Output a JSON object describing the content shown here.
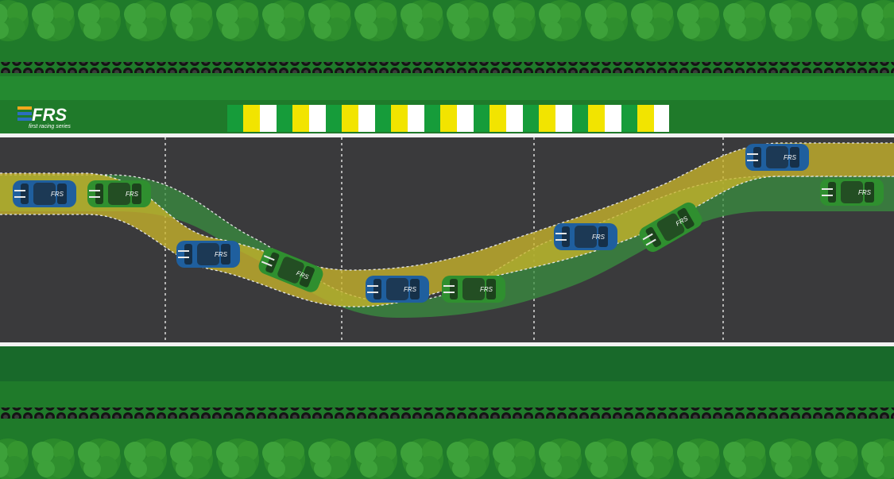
{
  "logo": {
    "text": "FRS",
    "tagline": "first racing series"
  },
  "colors": {
    "grass": "#1f7a2a",
    "grass_dark": "#18692a",
    "asphalt": "#3a3a3c",
    "white_line": "#f2f2f2",
    "yellow_path": "#c9b52a",
    "green_path": "#3a8f3f",
    "car_blue": "#1f5f9e",
    "car_green": "#2f8f2f",
    "tree": "#2e8b2e",
    "curb_yellow": "#f2e400",
    "curb_white": "#ffffff",
    "curb_green": "#169c3a"
  },
  "cars": [
    {
      "color": "blue",
      "label": "FRS"
    },
    {
      "color": "green",
      "label": "FRS"
    },
    {
      "color": "blue",
      "label": "FRS"
    },
    {
      "color": "green",
      "label": "FRS"
    },
    {
      "color": "blue",
      "label": "FRS"
    },
    {
      "color": "green",
      "label": "FRS"
    },
    {
      "color": "blue",
      "label": "FRS"
    },
    {
      "color": "green",
      "label": "FRS"
    },
    {
      "color": "blue",
      "label": "FRS"
    },
    {
      "color": "green",
      "label": "FRS"
    }
  ]
}
